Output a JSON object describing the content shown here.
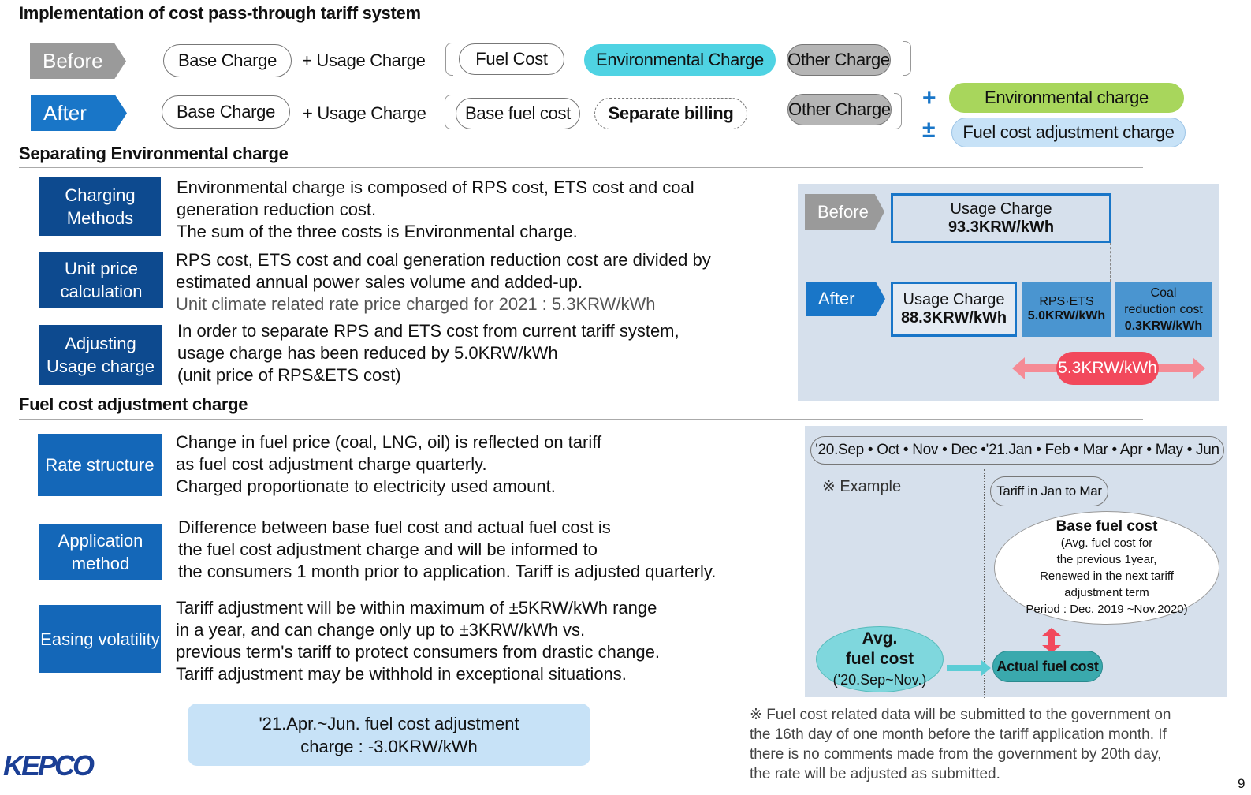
{
  "section1": {
    "title": "Implementation of cost pass-through tariff system",
    "before": {
      "tag": "Before",
      "base": "Base Charge",
      "usage": "+ Usage Charge",
      "fuel": "Fuel Cost",
      "env": "Environmental Charge",
      "other": "Other Charge"
    },
    "after": {
      "tag": "After",
      "base": "Base Charge",
      "usage": "+ Usage Charge",
      "fuel": "Base fuel cost",
      "separate": "Separate billing",
      "other": "Other Charge",
      "plus": "+",
      "plusminus": "±",
      "env": "Environmental charge",
      "fca": "Fuel cost adjustment charge"
    }
  },
  "section2": {
    "title": "Separating Environmental charge",
    "rows": [
      {
        "label": "Charging Methods",
        "lines": [
          "Environmental charge is composed of RPS cost, ETS cost and coal",
          "generation reduction cost.",
          "The sum of the three costs is Environmental charge."
        ]
      },
      {
        "label": "Unit price calculation",
        "lines": [
          "RPS cost, ETS cost and coal generation reduction cost are divided by",
          "estimated annual power sales volume and added-up.",
          "Unit climate related rate price charged for 2021 : 5.3KRW/kWh"
        ]
      },
      {
        "label": "Adjusting Usage charge",
        "lines": [
          "In order to separate RPS and ETS cost from current tariff system,",
          "usage charge has been reduced by 5.0KRW/kWh",
          "(unit price of RPS&ETS cost)"
        ]
      }
    ],
    "diagram": {
      "before": "Before",
      "after": "After",
      "before_usage": "Usage Charge",
      "before_value": "93.3KRW/kWh",
      "after_usage": "Usage Charge",
      "after_value": "88.3KRW/kWh",
      "rps": "RPS·ETS",
      "rps_value": "5.0KRW/kWh",
      "coal": "Coal",
      "coal2": "reduction cost",
      "coal_value": "0.3KRW/kWh",
      "total": "5.3KRW/kWh"
    }
  },
  "section3": {
    "title": "Fuel cost adjustment charge",
    "rows": [
      {
        "label": "Rate structure",
        "lines": [
          "Change in fuel price (coal, LNG, oil) is reflected on tariff",
          "as fuel cost adjustment charge quarterly.",
          "Charged proportionate to electricity used amount."
        ]
      },
      {
        "label": "Application method",
        "lines": [
          "Difference between base fuel cost and actual fuel cost is",
          "the fuel cost adjustment charge and will be informed to",
          "the consumers 1 month prior to application. Tariff is adjusted quarterly."
        ]
      },
      {
        "label": "Easing volatility",
        "lines": [
          "Tariff adjustment will be within maximum of ±5KRW/kWh range",
          "in a year, and can change only up to ±3KRW/kWh vs.",
          "previous term's tariff to protect consumers from drastic change.",
          "Tariff adjustment may be withhold in exceptional situations."
        ]
      }
    ],
    "highlight": [
      "'21.Apr.~Jun. fuel cost adjustment",
      "charge : -3.0KRW/kWh"
    ],
    "timeline": "'20.Sep • Oct • Nov • Dec •'21.Jan • Feb • Mar • Apr • May • Jun",
    "example": "※ Example",
    "tariff_label": "Tariff in Jan to Mar",
    "base_fuel": {
      "title": "Base fuel cost",
      "lines": [
        "(Avg. fuel cost for",
        "the previous 1year,",
        "Renewed in the next tariff",
        "adjustment term",
        "Period : Dec. 2019 ~Nov.2020)"
      ]
    },
    "avg": [
      "Avg.",
      "fuel cost",
      "('20.Sep~Nov.)"
    ],
    "actual": "Actual fuel cost",
    "note": [
      "※ Fuel cost related data will be submitted to the government on",
      "the 16th day of one month before the tariff application month. If",
      "there is no comments made from the government by 20th day,",
      "the rate will be adjusted as submitted."
    ]
  },
  "page_number": "9",
  "logo": "KEPCO",
  "colors": {
    "navy": "#0d4a8f",
    "blue": "#1976c8",
    "cyan": "#4fd3e3",
    "green": "#a8d65c",
    "lightblue": "#c7e2f7",
    "red": "#f2495c"
  }
}
